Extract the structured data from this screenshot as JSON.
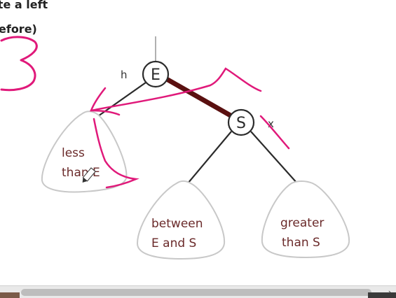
{
  "header": {
    "line1": "ate a left",
    "line2": "efore)"
  },
  "tree": {
    "root": {
      "key": "E",
      "link_label": "h"
    },
    "child": {
      "key": "S",
      "link_label": "x"
    },
    "subtrees": {
      "left": {
        "line1": "less",
        "line2": "than E"
      },
      "middle": {
        "line1": "between",
        "line2": "E and S"
      },
      "right": {
        "line1": "greater",
        "line2": "than S"
      }
    }
  },
  "colors": {
    "red_link": "#5a1010",
    "black_link": "#2b2b2b",
    "annotation": "#e0197a",
    "subtree_outline": "#c8c8c8",
    "subtree_text": "#6a2a2a"
  },
  "scrollbar": {
    "right_arrow": "›"
  }
}
